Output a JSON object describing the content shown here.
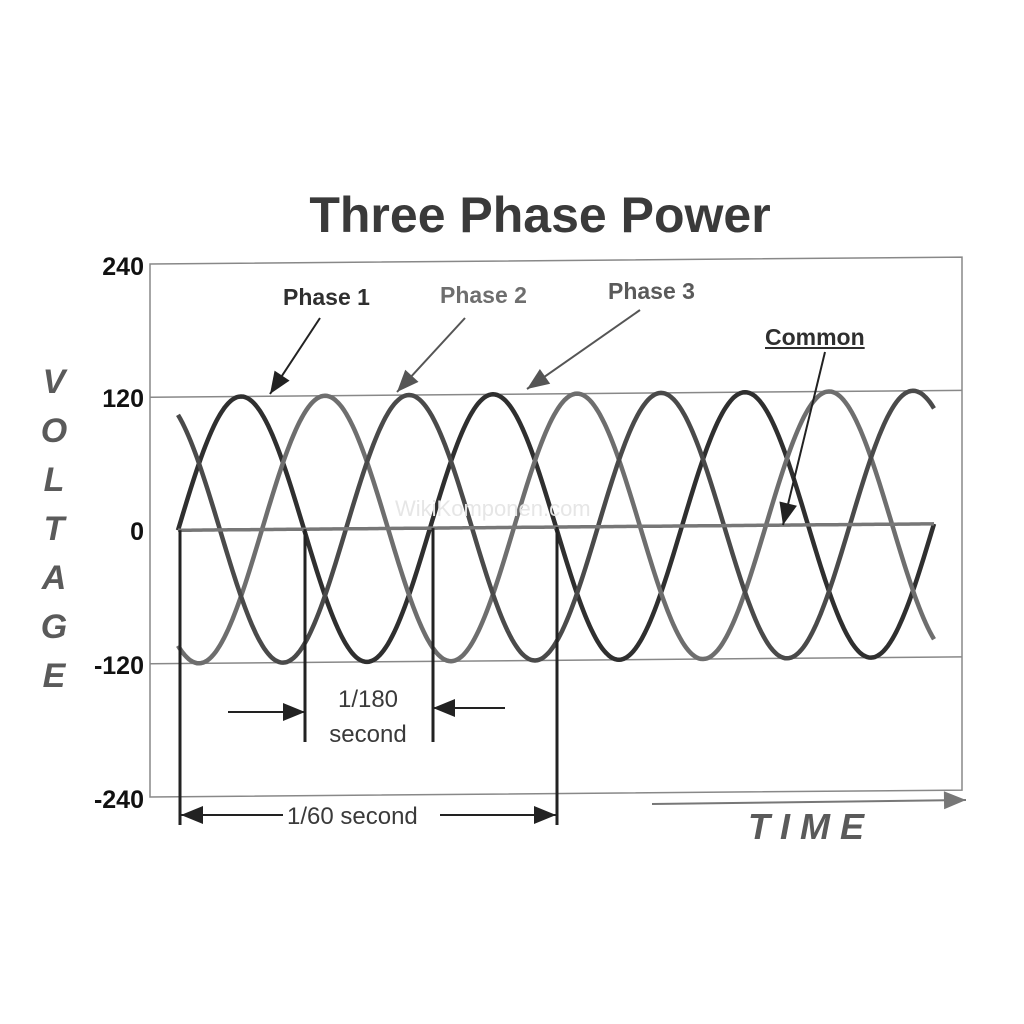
{
  "chart_data": {
    "type": "line",
    "title": "Three Phase Power",
    "ylabel": "VOLTAGE",
    "xlabel": "TIME",
    "ylim": [
      -240,
      240
    ],
    "yticks": [
      240,
      120,
      0,
      -120,
      -240
    ],
    "x_unit": "cycles",
    "x_range": [
      0,
      3
    ],
    "grid": "horizontal",
    "series": [
      {
        "name": "Phase 1",
        "amplitude": 120,
        "phase_deg": 0,
        "color": "#2f2f2f"
      },
      {
        "name": "Phase 2",
        "amplitude": 120,
        "phase_deg": 120,
        "color": "#6e6e6e"
      },
      {
        "name": "Phase 3",
        "amplitude": 120,
        "phase_deg": 240,
        "color": "#4a4a4a"
      },
      {
        "name": "Common",
        "amplitude": 0,
        "phase_deg": 0,
        "color": "#777777"
      }
    ],
    "annotations": [
      {
        "text_line1": "1/180",
        "text_line2": "second"
      },
      {
        "text": "1/60 second"
      }
    ],
    "watermark": "WikiKomponen.com"
  }
}
